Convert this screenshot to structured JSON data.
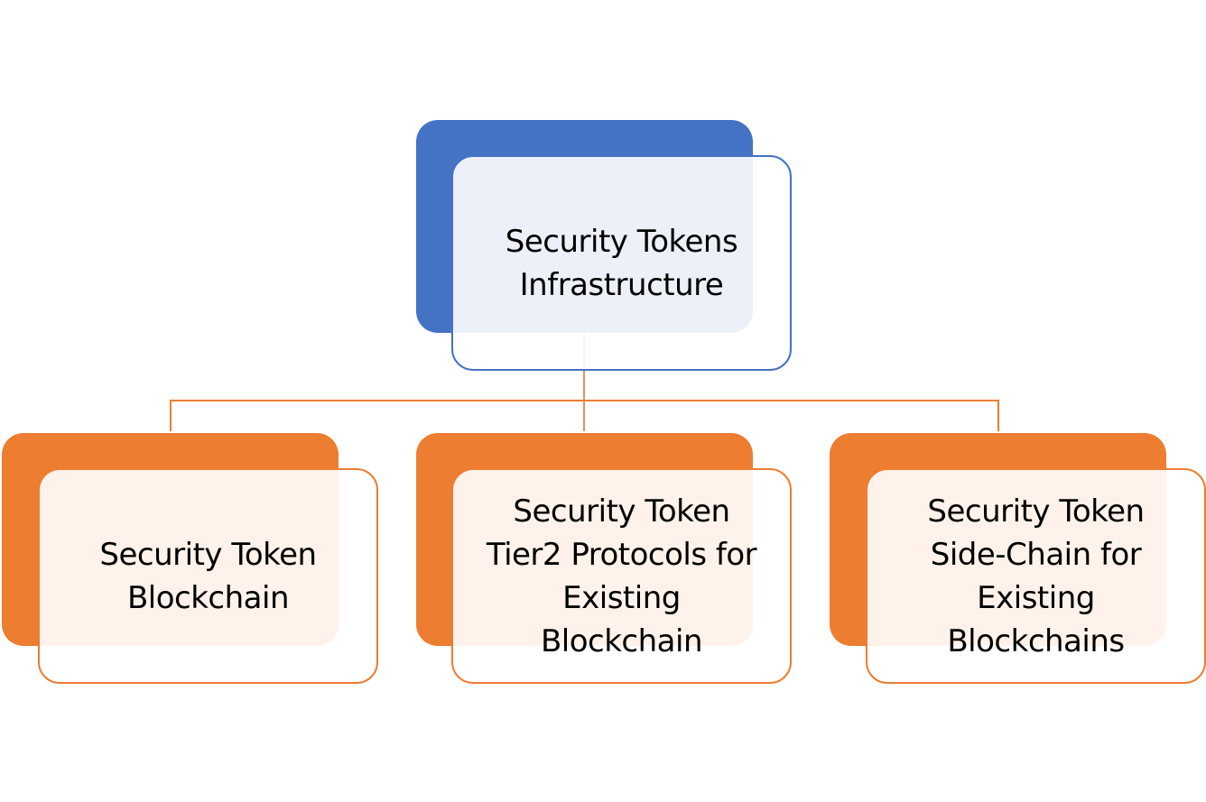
{
  "colors": {
    "parent_accent": "#4472C4",
    "child_accent": "#ED7D31",
    "connector": "#ED7D31",
    "text": "#000000"
  },
  "diagram": {
    "type": "hierarchy",
    "root": {
      "label_lines": [
        "Security Tokens",
        "Infrastructure"
      ]
    },
    "children": [
      {
        "label_lines": [
          "Security Token",
          "Blockchain"
        ]
      },
      {
        "label_lines": [
          "Security Token",
          "Tier2 Protocols for",
          "Existing",
          "Blockchain"
        ]
      },
      {
        "label_lines": [
          "Security Token",
          "Side-Chain for",
          "Existing",
          "Blockchains"
        ]
      }
    ]
  }
}
